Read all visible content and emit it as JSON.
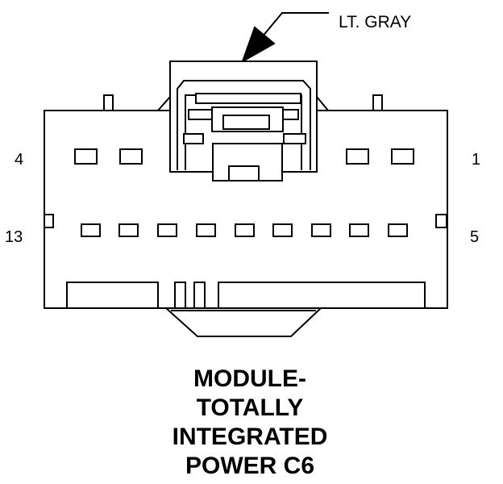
{
  "color_callout": "LT. GRAY",
  "pin_labels": {
    "top_left": "4",
    "top_right": "1",
    "bottom_left": "13",
    "bottom_right": "5"
  },
  "title_lines": [
    "MODULE-",
    "TOTALLY",
    "INTEGRATED",
    "POWER C6"
  ]
}
